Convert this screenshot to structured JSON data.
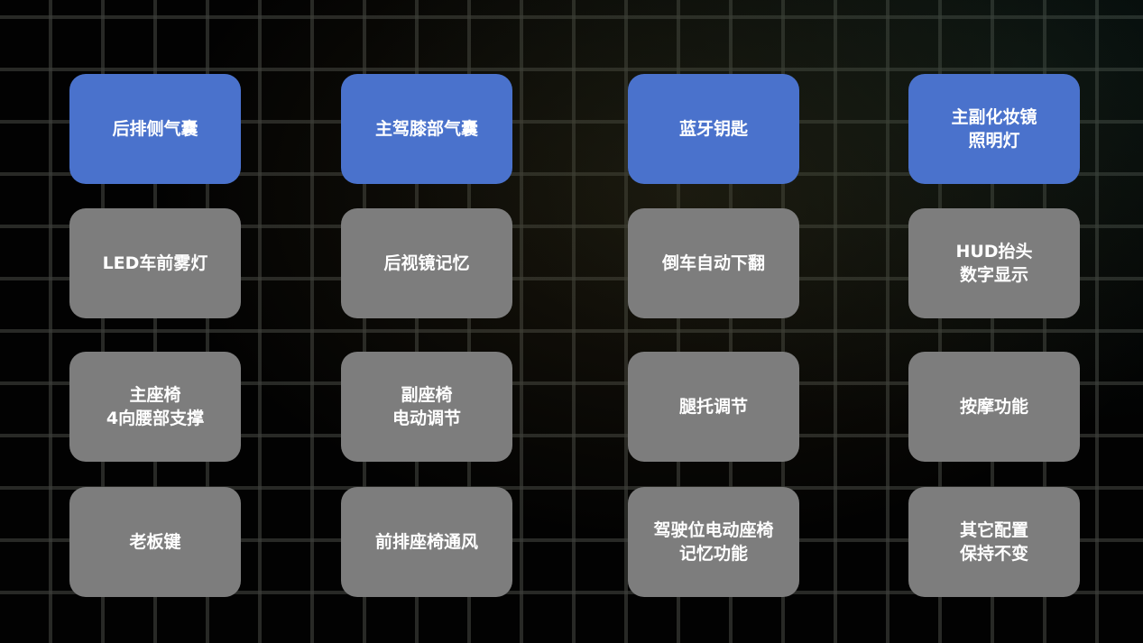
{
  "colors": {
    "background": "#020202",
    "grid_line": "#3c3e3a",
    "tile_blue": "#4a72cc",
    "tile_gray": "#7d7d7d",
    "text": "#ffffff"
  },
  "tiles": [
    {
      "lines": [
        "后排侧气囊"
      ],
      "style": "blue"
    },
    {
      "lines": [
        "主驾膝部气囊"
      ],
      "style": "blue"
    },
    {
      "lines": [
        "蓝牙钥匙"
      ],
      "style": "blue"
    },
    {
      "lines": [
        "主副化妆镜",
        "照明灯"
      ],
      "style": "blue"
    },
    {
      "lines": [
        "LED车前雾灯"
      ],
      "style": "gray"
    },
    {
      "lines": [
        "后视镜记忆"
      ],
      "style": "gray"
    },
    {
      "lines": [
        "倒车自动下翻"
      ],
      "style": "gray"
    },
    {
      "lines": [
        "HUD抬头",
        "数字显示"
      ],
      "style": "gray"
    },
    {
      "lines": [
        "主座椅",
        "4向腰部支撑"
      ],
      "style": "gray"
    },
    {
      "lines": [
        "副座椅",
        "电动调节"
      ],
      "style": "gray"
    },
    {
      "lines": [
        "腿托调节"
      ],
      "style": "gray"
    },
    {
      "lines": [
        "按摩功能"
      ],
      "style": "gray"
    },
    {
      "lines": [
        "老板键"
      ],
      "style": "gray"
    },
    {
      "lines": [
        "前排座椅通风"
      ],
      "style": "gray"
    },
    {
      "lines": [
        "驾驶位电动座椅",
        "记忆功能"
      ],
      "style": "gray"
    },
    {
      "lines": [
        "其它配置",
        "保持不变"
      ],
      "style": "gray"
    }
  ]
}
